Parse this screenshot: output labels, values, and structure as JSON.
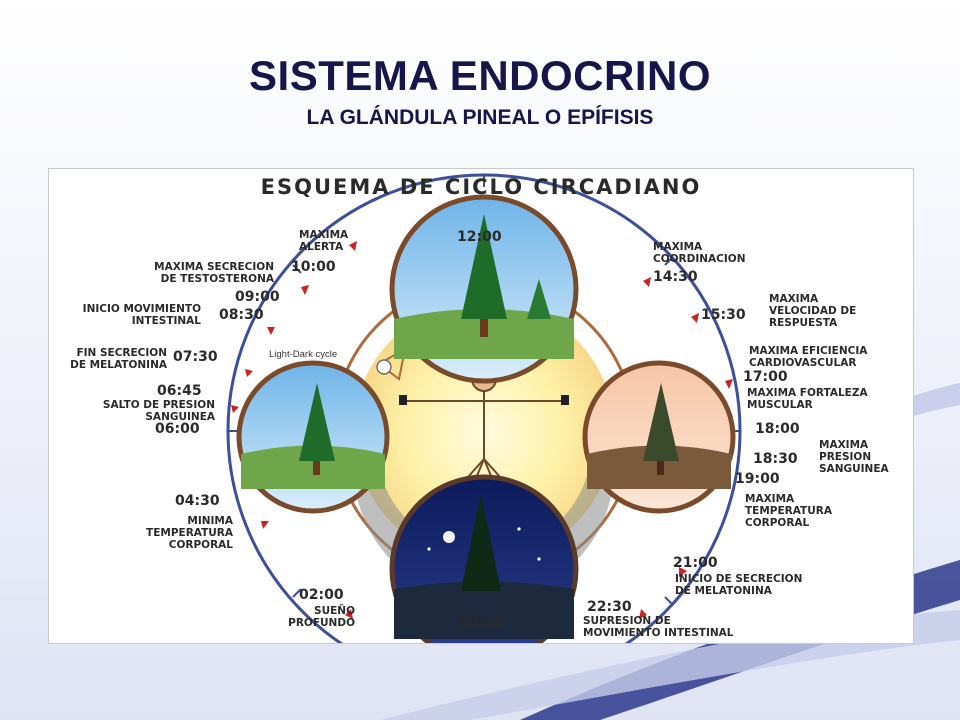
{
  "slide": {
    "title": "SISTEMA ENDOCRINO",
    "subtitle": "LA GLÁNDULA PINEAL O EPÍFISIS"
  },
  "diagram": {
    "title": "ESQUEMA DE CICLO CIRCADIANO",
    "cycle_label": "Light-Dark cycle",
    "times": [
      "12:00",
      "10:00",
      "09:00",
      "08:30",
      "07:30",
      "06:45",
      "06:00",
      "04:30",
      "02:00",
      "00:00",
      "22:30",
      "21:00",
      "19:00",
      "18:30",
      "18:00",
      "17:00",
      "15:30",
      "14:30"
    ],
    "events": [
      "MAXIMA\nALERTA",
      "MAXIMA SECRECION\nDE TESTOSTERONA",
      "INICIO MOVIMIENTO\nINTESTINAL",
      "FIN SECRECION\nDE MELATONINA",
      "SALTO DE PRESION\nSANGUINEA",
      "MINIMA\nTEMPERATURA\nCORPORAL",
      "SUEÑO\nPROFUNDO",
      "SUPRESION DE\nMOVIMIENTO INTESTINAL",
      "INICIO DE SECRECION\nDE MELATONINA",
      "MAXIMA\nTEMPERATURA\nCORPORAL",
      "MAXIMA\nPRESION\nSANGUINEA",
      "MAXIMA FORTALEZA\nMUSCULAR",
      "MAXIMA EFICIENCIA\nCARDIOVASCULAR",
      "MAXIMA\nVELOCIDAD DE\nRESPUESTA",
      "MAXIMA\nCOORDINACION"
    ],
    "scenes": [
      "noon-scene",
      "morning-scene",
      "evening-scene",
      "night-scene"
    ]
  },
  "colors": {
    "title": "#16164a",
    "ring": "#3b4f9a",
    "marker": "#cc2222",
    "inner_ring": "#b06a3a",
    "sun_glow": "#fff3b0"
  }
}
